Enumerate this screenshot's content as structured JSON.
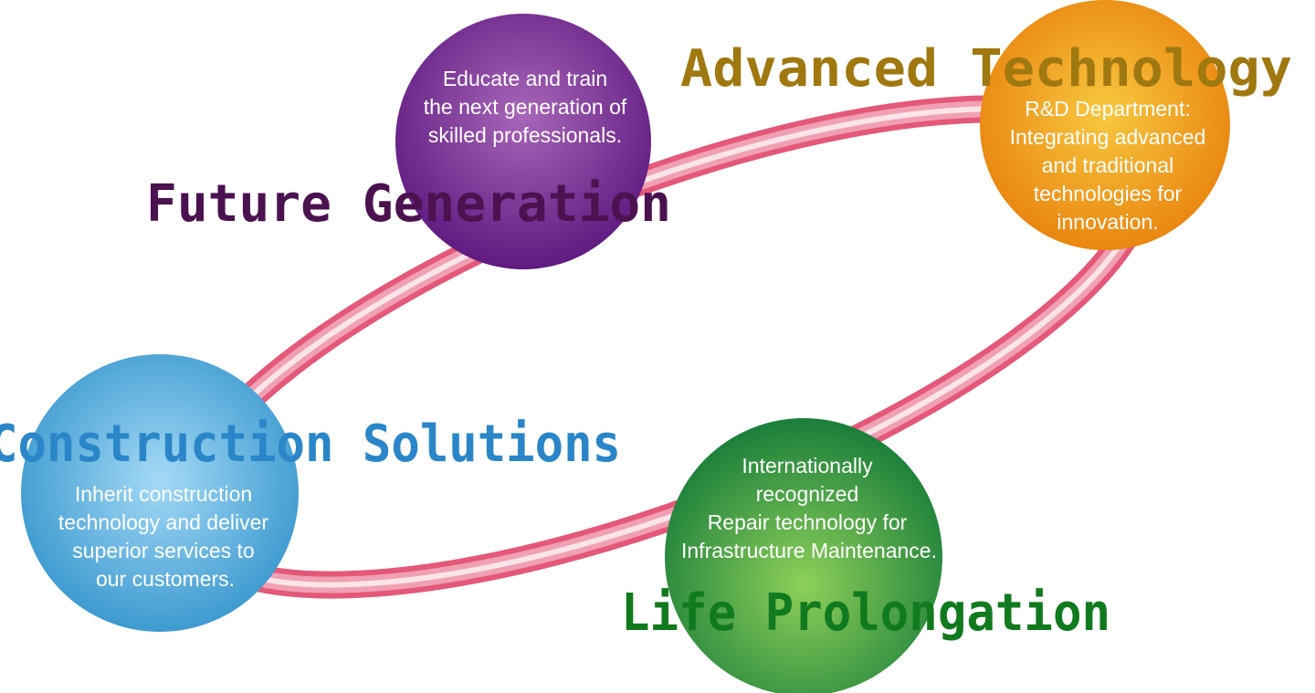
{
  "nodes": {
    "future": {
      "title": "Future Generation",
      "lines": [
        "Educate and train",
        "the next generation of",
        "skilled professionals."
      ]
    },
    "advanced": {
      "title": "Advanced Technology",
      "lines": [
        "R&D Department:",
        "Integrating advanced",
        "and traditional",
        "technologies for",
        "innovation."
      ]
    },
    "construction": {
      "title": "Construction Solutions",
      "lines": [
        "Inherit construction",
        "technology and deliver",
        "superior services to",
        "our customers."
      ]
    },
    "life": {
      "title": "Life Prolongation",
      "lines": [
        "Internationally",
        "recognized",
        "Repair technology for",
        "Infrastructure Maintenance."
      ]
    }
  },
  "colors": {
    "ring": "#e8607e",
    "purple": "#6a2088",
    "orange": "#ec8a10",
    "blue": "#3a9ad0",
    "green": "#1f8a3c",
    "future_title": "#4b1250",
    "advanced_title": "#a07810",
    "construction_title": "#2a86c8",
    "life_title": "#117a1e"
  }
}
